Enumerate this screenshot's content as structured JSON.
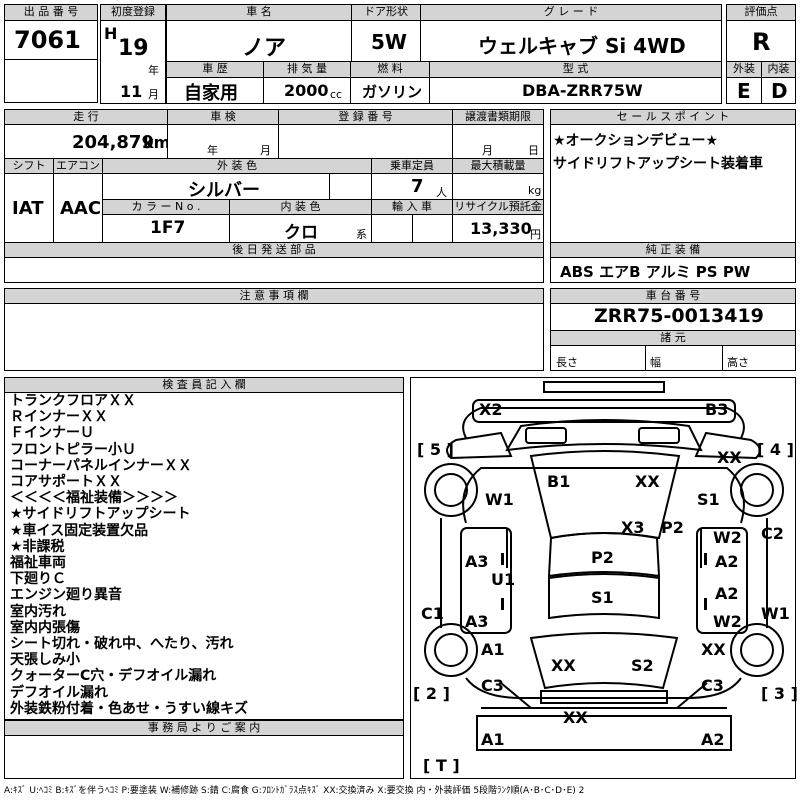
{
  "header": {
    "lot_no": {
      "label": "出 品 番 号",
      "value": "7061"
    },
    "first_reg": {
      "label": "初度登録",
      "era": "H",
      "year": "19",
      "year_unit": "年",
      "month": "11",
      "month_unit": "月"
    },
    "car_name": {
      "label": "車 名",
      "value": "ノア"
    },
    "door": {
      "label": "ドア形状",
      "value": "5W"
    },
    "grade": {
      "label": "グ レ ー ド",
      "value": "ウェルキャブ Si 4WD"
    },
    "score": {
      "label": "評価点",
      "value": "R"
    },
    "history": {
      "label": "車 歴",
      "value": "自家用"
    },
    "displacement": {
      "label": "排 気 量",
      "value": "2000",
      "unit": "cc"
    },
    "fuel": {
      "label": "燃 料",
      "value": "ガソリン"
    },
    "model": {
      "label": "型 式",
      "value": "DBA-ZRR75W"
    },
    "exterior_grade": {
      "label": "外装",
      "value": "E"
    },
    "interior_grade": {
      "label": "内装",
      "value": "D"
    }
  },
  "mid": {
    "mileage": {
      "label": "走 行",
      "value": "204,879",
      "unit": "km"
    },
    "inspection": {
      "label": "車 検",
      "year_unit": "年",
      "month_unit": "月"
    },
    "reg_no": {
      "label": "登 録 番 号"
    },
    "transfer": {
      "label": "譲渡書類期限",
      "month_unit": "月",
      "day_unit": "日"
    },
    "shift": {
      "label": "シフト",
      "value": "IAT"
    },
    "ac": {
      "label": "エアコン",
      "value": "AAC"
    },
    "ext_color": {
      "label": "外 装 色",
      "value": "シルバー"
    },
    "capacity": {
      "label": "乗車定員",
      "value": "7",
      "unit": "人"
    },
    "max_load": {
      "label": "最大積載量",
      "unit": "kg"
    },
    "color_no": {
      "label": "カ ラ ー N o .",
      "value": "1F7"
    },
    "int_color": {
      "label": "内 装 色",
      "value": "クロ",
      "suffix": "系"
    },
    "import": {
      "label": "輸 入 車"
    },
    "recycle": {
      "label": "リサイクル預託金",
      "value": "13,330",
      "unit": "円"
    },
    "later_parts": {
      "label": "後 日 発 送 部 品"
    },
    "notes": {
      "label": "注 意 事 項 欄"
    }
  },
  "right": {
    "sales_point": {
      "label": "セ ー ル ス ポ イ ン ト",
      "lines": [
        "★オークションデビュー★",
        "サイドリフトアップシート装着車"
      ]
    },
    "equipment": {
      "label": "純 正 装 備",
      "value": "ABS エアB アルミ PS PW"
    },
    "chassis": {
      "label": "車 台 番 号",
      "value": "ZRR75-0013419"
    },
    "specs": {
      "label": "諸 元",
      "length": "長さ",
      "width": "幅",
      "height": "高さ"
    }
  },
  "inspector": {
    "label": "検 査 員 記 入 欄",
    "lines": [
      "トランクフロアＸＸ",
      "ＲインナーＸＸ",
      "ＦインナーＵ",
      "フロントピラー小Ｕ",
      "コーナーパネルインナーＸＸ",
      "コアサポートＸＸ",
      "＜＜＜＜福祉装備＞＞＞＞",
      "★サイドリフトアップシート",
      "★車イス固定装置欠品",
      "★非課税",
      "福祉車両",
      "下廻りＣ",
      "エンジン廻り異音",
      "室内汚れ",
      "室内内張傷",
      "シート切れ・破れ中、へたり、汚れ",
      "天張しみ小",
      "クォーターC穴・デフオイル漏れ",
      "デフオイル漏れ",
      "外装鉄粉付着・色あせ・うすい線キズ"
    ]
  },
  "office": {
    "label": "事 務 局 よ り ご 案 内"
  },
  "diagram": {
    "corners": {
      "front_left": "5",
      "front_right": "4",
      "rear_left": "2",
      "rear_right": "3",
      "tail": "T"
    },
    "marks": [
      "X2",
      "B3",
      "XX",
      "B1",
      "XX",
      "W1",
      "S1",
      "X3",
      "P2",
      "W2",
      "C2",
      "A3",
      "U1",
      "P2",
      "A2",
      "C1",
      "S1",
      "A2",
      "W1",
      "A3",
      "W2",
      "A1",
      "XX",
      "XX",
      "S2",
      "C3",
      "C3",
      "XX",
      "A1",
      "A2"
    ]
  },
  "legend": "A:ｷｽﾞ U:ﾍｺﾐ B:ｷｽﾞを伴うﾍｺﾐ P:要塗装 W:補修跡 S:錆 C:腐食 G:ﾌﾛﾝﾄｶﾞﾗｽ点ｷｽﾞ XX:交換済み X:要交換 内・外装評価 5段階ﾗﾝｸ順(A･B･C･D･E) 2"
}
